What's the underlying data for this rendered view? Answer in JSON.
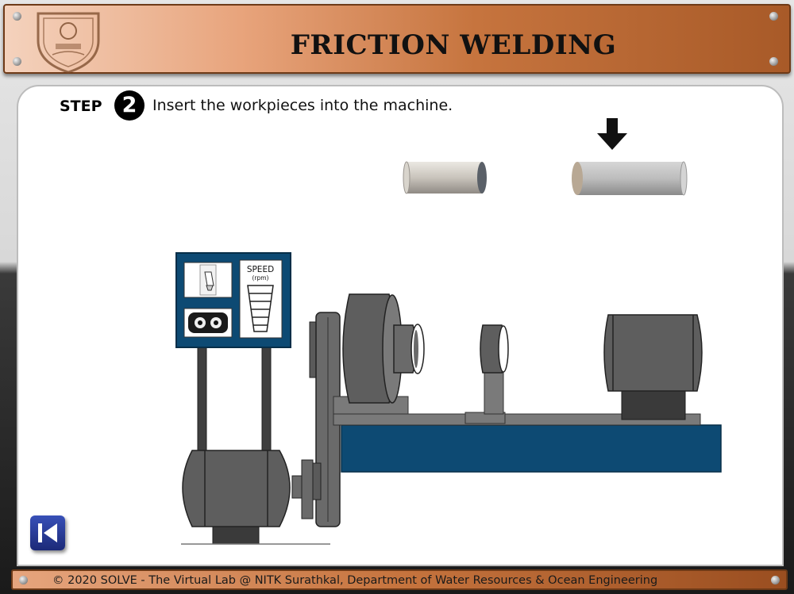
{
  "header": {
    "title": "FRICTION WELDING",
    "logo_icon": "nitk-crest-logo"
  },
  "step": {
    "label": "STEP",
    "number": "2",
    "instruction": "Insert the workpieces into the machine."
  },
  "control_panel": {
    "speed_label": "SPEED",
    "speed_unit": "(rpm)"
  },
  "navigation": {
    "back_icon": "back-skip-icon"
  },
  "footer": {
    "text": "© 2020 SOLVE - The Virtual Lab @ NITK Surathkal, Department of Water Resources & Ocean Engineering"
  },
  "colors": {
    "panel_blue": "#0d4a73",
    "machine_gray": "#5e5e5e",
    "header_brown": "#c6743e"
  }
}
